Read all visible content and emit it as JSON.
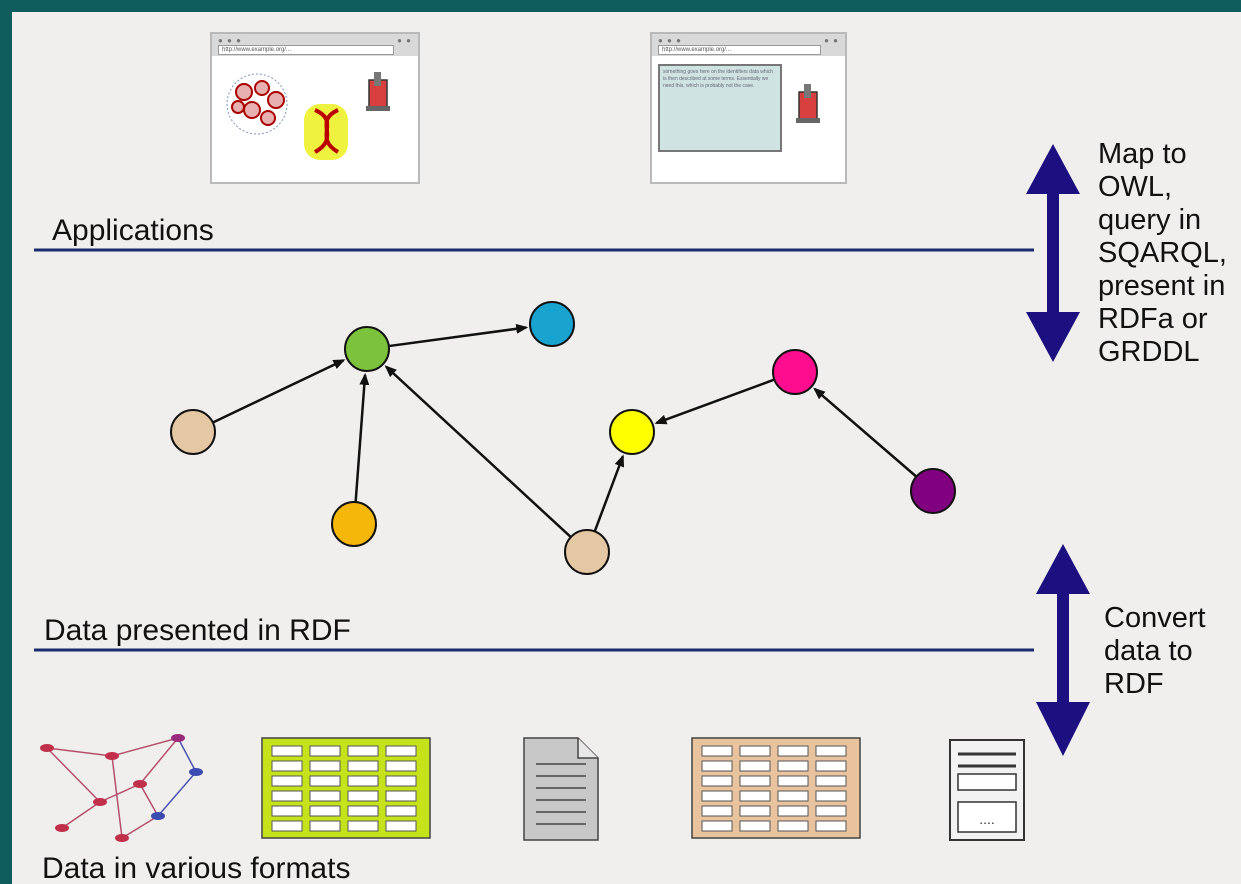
{
  "layers": {
    "applications": "Applications",
    "rdf": "Data presented in RDF",
    "formats": "Data in various formats"
  },
  "notes": {
    "top": [
      "Map to",
      "OWL,",
      "query in",
      "SQARQL,",
      "present in",
      "RDFa or",
      "GRDDL"
    ],
    "bottom": [
      "Convert",
      "data to",
      "RDF"
    ]
  },
  "browsers": {
    "left_url": "http://www.example.org/...",
    "right_url": "http://www.example.org/...",
    "right_text": "something goes here on the identifiers data which is then described at some terms. Essentially we need this, which is probably not the case."
  },
  "graph": {
    "nodes": [
      {
        "id": "n1",
        "color": "#e4c7a3"
      },
      {
        "id": "n2",
        "color": "#7cc23c"
      },
      {
        "id": "n3",
        "color": "#18a4cf"
      },
      {
        "id": "n4",
        "color": "#f5b80a"
      },
      {
        "id": "n5",
        "color": "#e4c7a3"
      },
      {
        "id": "n6",
        "color": "#ffff00"
      },
      {
        "id": "n7",
        "color": "#ff0d8f"
      },
      {
        "id": "n8",
        "color": "#800080"
      }
    ],
    "edges": [
      [
        "n1",
        "n2"
      ],
      [
        "n2",
        "n3"
      ],
      [
        "n4",
        "n2"
      ],
      [
        "n5",
        "n2"
      ],
      [
        "n5",
        "n6"
      ],
      [
        "n7",
        "n6"
      ],
      [
        "n8",
        "n7"
      ]
    ]
  },
  "colors": {
    "background": "#0f5c5c",
    "slide": "#f1efee",
    "separator": "#1a2a6c",
    "arrow": "#1c1080",
    "table_green": "#c6e21a",
    "table_tan": "#e8c39e"
  },
  "icons": [
    "network-graph-icon",
    "green-table-icon",
    "document-icon",
    "tan-table-icon",
    "server-icon"
  ]
}
